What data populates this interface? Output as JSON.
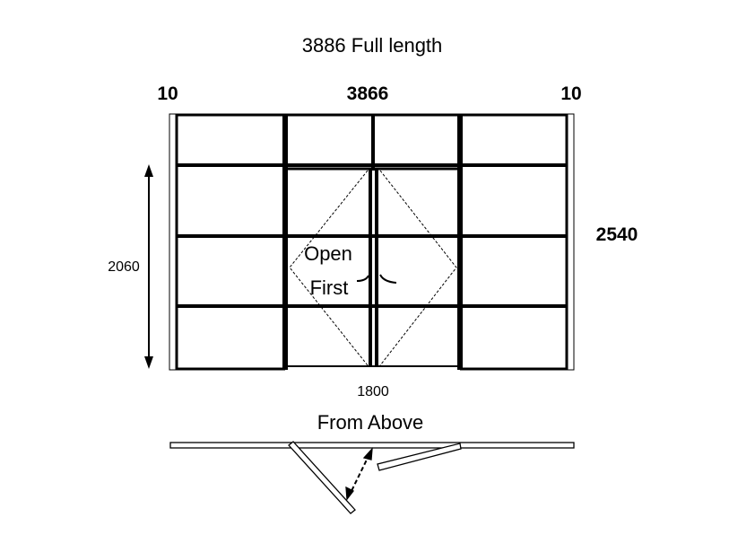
{
  "title": "3886 Full length",
  "dimensions": {
    "left_gap": "10",
    "inner_width": "3866",
    "right_gap": "10",
    "total_height": "2540",
    "door_height": "2060",
    "door_width": "1800"
  },
  "door_label": {
    "line1": "Open",
    "line2": "First"
  },
  "plan_title": "From Above"
}
